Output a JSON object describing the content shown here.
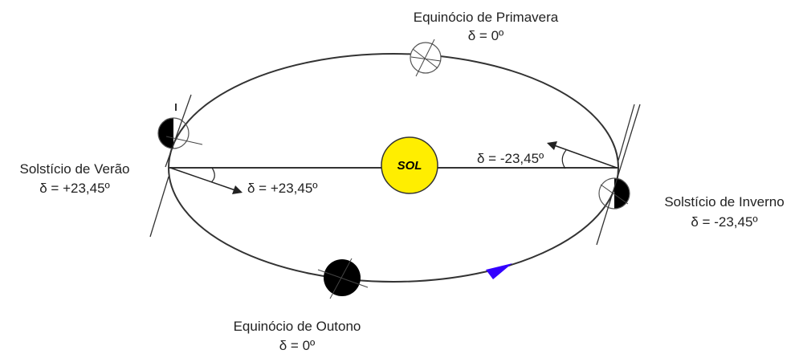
{
  "sun": {
    "label": "SOL",
    "color": "#ffee00"
  },
  "orbit_arrow_color": "#3300ff",
  "positions": {
    "spring_equinox": {
      "name": "Equinócio de Primavera",
      "declination": "δ = 0º"
    },
    "summer_solstice": {
      "name": "Solstício de Verão",
      "declination": "δ = +23,45º"
    },
    "winter_solstice": {
      "name": "Solstício de Inverno",
      "declination": "δ = -23,45º"
    },
    "autumn_equinox": {
      "name": "Equinócio de Outono",
      "declination": "δ = 0º"
    }
  },
  "angle_labels": {
    "summer": "δ = +23,45º",
    "winter": "δ = -23,45º"
  }
}
